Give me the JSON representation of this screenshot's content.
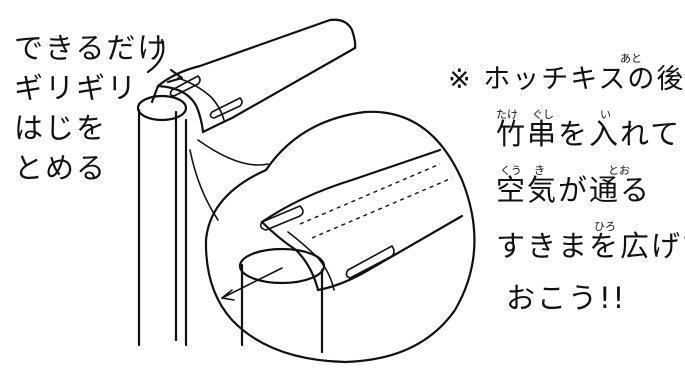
{
  "left_note": {
    "lines": [
      "できるだけ",
      "ギリギリ",
      "はじを",
      "とめる"
    ]
  },
  "right_note": {
    "lines": [
      "※ ホッチキスの後に",
      "竹串を入れて",
      "空気が通る",
      "すきまを広げて",
      "おこう!!"
    ],
    "furigana": {
      "ato": "あと",
      "take": "たけ",
      "gushi": "ぐし",
      "i": "い",
      "kuu": "くう",
      "ki": "き",
      "too": "とお",
      "hiro": "ひろ"
    }
  }
}
